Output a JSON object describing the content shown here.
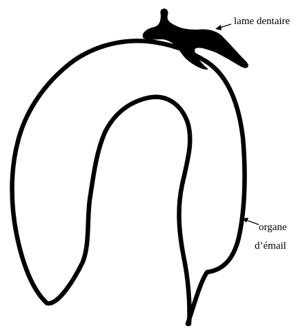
{
  "diagram": {
    "labels": {
      "lame_dentaire": "lame dentaire",
      "organe_line1": "organe",
      "organe_line2": "d’émail"
    },
    "ink_color": "#000000",
    "background_color": "#ffffff"
  }
}
